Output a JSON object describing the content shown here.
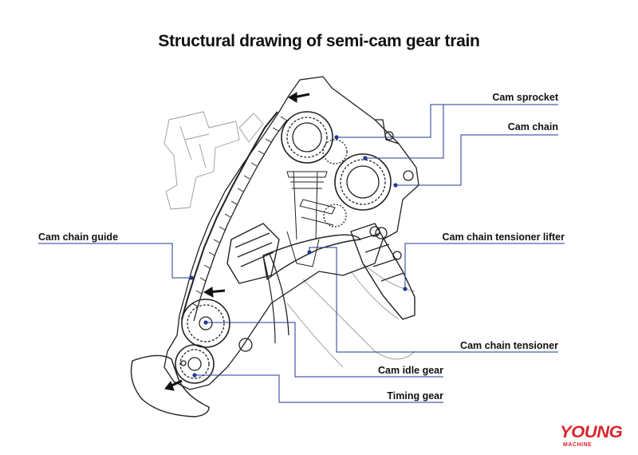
{
  "title": "Structural drawing of semi-cam gear train",
  "labels": {
    "cam_sprocket": "Cam sprocket",
    "cam_chain": "Cam chain",
    "cam_chain_guide": "Cam chain guide",
    "cam_chain_tensioner_lifter": "Cam chain tensioner lifter",
    "cam_chain_tensioner": "Cam chain tensioner",
    "cam_idle_gear": "Cam idle gear",
    "timing_gear": "Timing gear"
  },
  "brand": {
    "name": "YOUNG",
    "sub": "MACHINE",
    "color": "#d9262e"
  },
  "colors": {
    "leader_line": "#1f3a93",
    "drawing_stroke": "#222222"
  }
}
